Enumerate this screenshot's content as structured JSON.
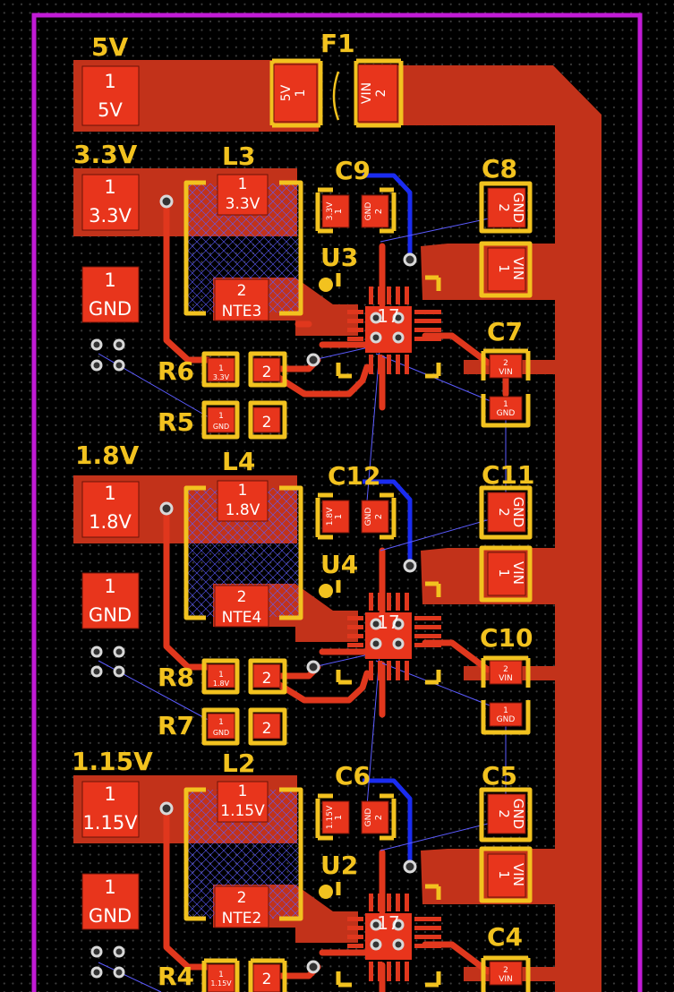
{
  "colors": {
    "background": "#000000",
    "outline": "#c21bd6",
    "copper": "#e0371d",
    "pour": "#c2321a",
    "pad": "#e8351c",
    "silkscreen": "#f2c21f",
    "ratsnest": "#5b5bff",
    "blue_trace": "#1a2cf0",
    "via": "#d8d8d8"
  },
  "labels": {
    "v5": "5V",
    "f1": "F1",
    "v33": "3.3V",
    "l3": "L3",
    "c9": "C9",
    "c8": "C8",
    "u3": "U3",
    "c7": "C7",
    "r6": "R6",
    "r5": "R5",
    "v18": "1.8V",
    "l4": "L4",
    "c12": "C12",
    "c11": "C11",
    "u4": "U4",
    "c10": "C10",
    "r8": "R8",
    "r7": "R7",
    "v115": "1.15V",
    "l2": "L2",
    "c6": "C6",
    "c5": "C5",
    "u2": "U2",
    "c4": "C4",
    "r4": "R4"
  },
  "pads": {
    "j5v": {
      "num": "1",
      "net": "5V"
    },
    "f1a": {
      "num": "1",
      "net": "5V"
    },
    "f1b": {
      "num": "2",
      "net": "VIN"
    },
    "j33": {
      "num": "1",
      "net": "3.3V"
    },
    "jgnd1": {
      "num": "1",
      "net": "GND"
    },
    "l3a": {
      "num": "1",
      "net": "3.3V"
    },
    "l3b": {
      "num": "2",
      "net": "NTE3"
    },
    "c9a": {
      "num": "1",
      "net": "3.3V"
    },
    "c9b": {
      "num": "2",
      "net": "GND"
    },
    "c8a": {
      "num": "2",
      "net": "GND"
    },
    "c8b": {
      "num": "1",
      "net": "VIN"
    },
    "c7a": {
      "num": "2",
      "net": "VIN"
    },
    "c7b": {
      "num": "1",
      "net": "GND"
    },
    "r6a": {
      "num": "1",
      "net": "3.3V"
    },
    "r6b": {
      "num": "2",
      "net": ""
    },
    "r5a": {
      "num": "1",
      "net": "GND"
    },
    "r5b": {
      "num": "2",
      "net": ""
    },
    "j18": {
      "num": "1",
      "net": "1.8V"
    },
    "jgnd2": {
      "num": "1",
      "net": "GND"
    },
    "l4a": {
      "num": "1",
      "net": "1.8V"
    },
    "l4b": {
      "num": "2",
      "net": "NTE4"
    },
    "c12a": {
      "num": "1",
      "net": "1.8V"
    },
    "c12b": {
      "num": "2",
      "net": "GND"
    },
    "c11a": {
      "num": "2",
      "net": "GND"
    },
    "c11b": {
      "num": "1",
      "net": "VIN"
    },
    "c10a": {
      "num": "2",
      "net": "VIN"
    },
    "c10b": {
      "num": "1",
      "net": "GND"
    },
    "r8a": {
      "num": "1",
      "net": "1.8V"
    },
    "r8b": {
      "num": "2",
      "net": ""
    },
    "r7a": {
      "num": "1",
      "net": "GND"
    },
    "r7b": {
      "num": "2",
      "net": ""
    },
    "j115": {
      "num": "1",
      "net": "1.15V"
    },
    "jgnd3": {
      "num": "1",
      "net": "GND"
    },
    "l2a": {
      "num": "1",
      "net": "1.15V"
    },
    "l2b": {
      "num": "2",
      "net": "NTE2"
    },
    "c6a": {
      "num": "1",
      "net": "1.15V"
    },
    "c6b": {
      "num": "2",
      "net": "GND"
    },
    "c5a": {
      "num": "2",
      "net": "GND"
    },
    "c5b": {
      "num": "1",
      "net": "VIN"
    },
    "c4a": {
      "num": "2",
      "net": "VIN"
    },
    "r4a": {
      "num": "1",
      "net": "1.15V"
    },
    "r4b": {
      "num": "2",
      "net": ""
    }
  },
  "ic_pads": {
    "u3_center": "17",
    "u4_center": "17",
    "u2_center": "17"
  }
}
